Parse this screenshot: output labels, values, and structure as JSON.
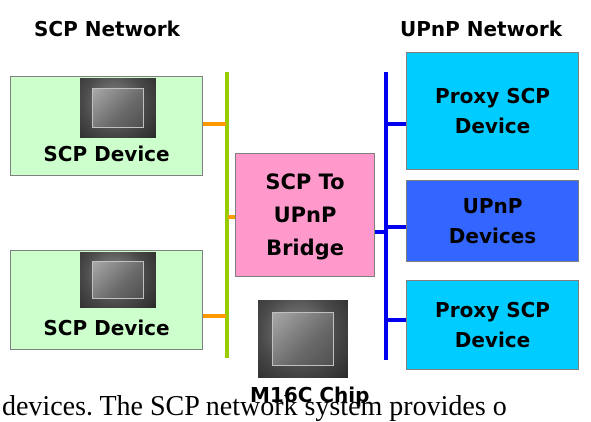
{
  "titles": {
    "scp_network": "SCP Network",
    "upnp_network": "UPnP Network"
  },
  "boxes": {
    "scp_device_top": "SCP Device",
    "scp_device_bottom": "SCP Device",
    "bridge": [
      "SCP To",
      "UPnP",
      "Bridge"
    ],
    "proxy_top": [
      "Proxy SCP",
      "Device"
    ],
    "upnp_devices": [
      "UPnP",
      "Devices"
    ],
    "proxy_bottom": [
      "Proxy SCP",
      "Device"
    ]
  },
  "chip_label": "M16C Chip",
  "footer_text": "devices. The SCP network system provides o",
  "colors": {
    "scp_box": "#ccffcc",
    "bridge_box": "#ff99cc",
    "proxy_box": "#00ccff",
    "upnp_box": "#3366ff",
    "scp_bus": "#99cc00",
    "scp_link": "#ff9900",
    "upnp_bus": "#0000ee"
  }
}
